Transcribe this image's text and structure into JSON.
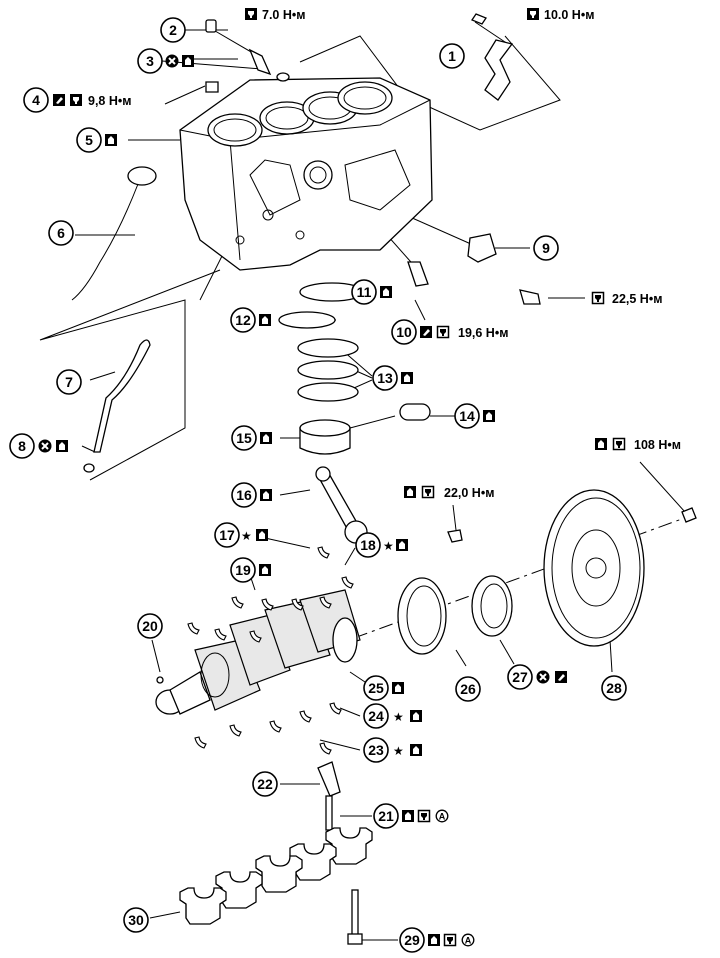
{
  "callouts": [
    {
      "n": "1"
    },
    {
      "n": "2"
    },
    {
      "n": "3"
    },
    {
      "n": "4"
    },
    {
      "n": "5"
    },
    {
      "n": "6"
    },
    {
      "n": "7"
    },
    {
      "n": "8"
    },
    {
      "n": "9"
    },
    {
      "n": "10"
    },
    {
      "n": "11"
    },
    {
      "n": "12"
    },
    {
      "n": "13"
    },
    {
      "n": "14"
    },
    {
      "n": "15"
    },
    {
      "n": "16"
    },
    {
      "n": "17"
    },
    {
      "n": "18"
    },
    {
      "n": "19"
    },
    {
      "n": "20"
    },
    {
      "n": "21"
    },
    {
      "n": "22"
    },
    {
      "n": "23"
    },
    {
      "n": "24"
    },
    {
      "n": "25"
    },
    {
      "n": "26"
    },
    {
      "n": "27"
    },
    {
      "n": "28"
    },
    {
      "n": "29"
    },
    {
      "n": "30"
    }
  ],
  "torques": {
    "t1": "7.0 Н•м",
    "t2": "10.0 Н•м",
    "t3": "9,8 Н•м",
    "t4": "22,5 Н•м",
    "t5": "19,6 Н•м",
    "t6": "108 Н•м",
    "t7": "22,0 Н•м"
  },
  "icons": {
    "star": "★",
    "angle_mark": "A"
  }
}
